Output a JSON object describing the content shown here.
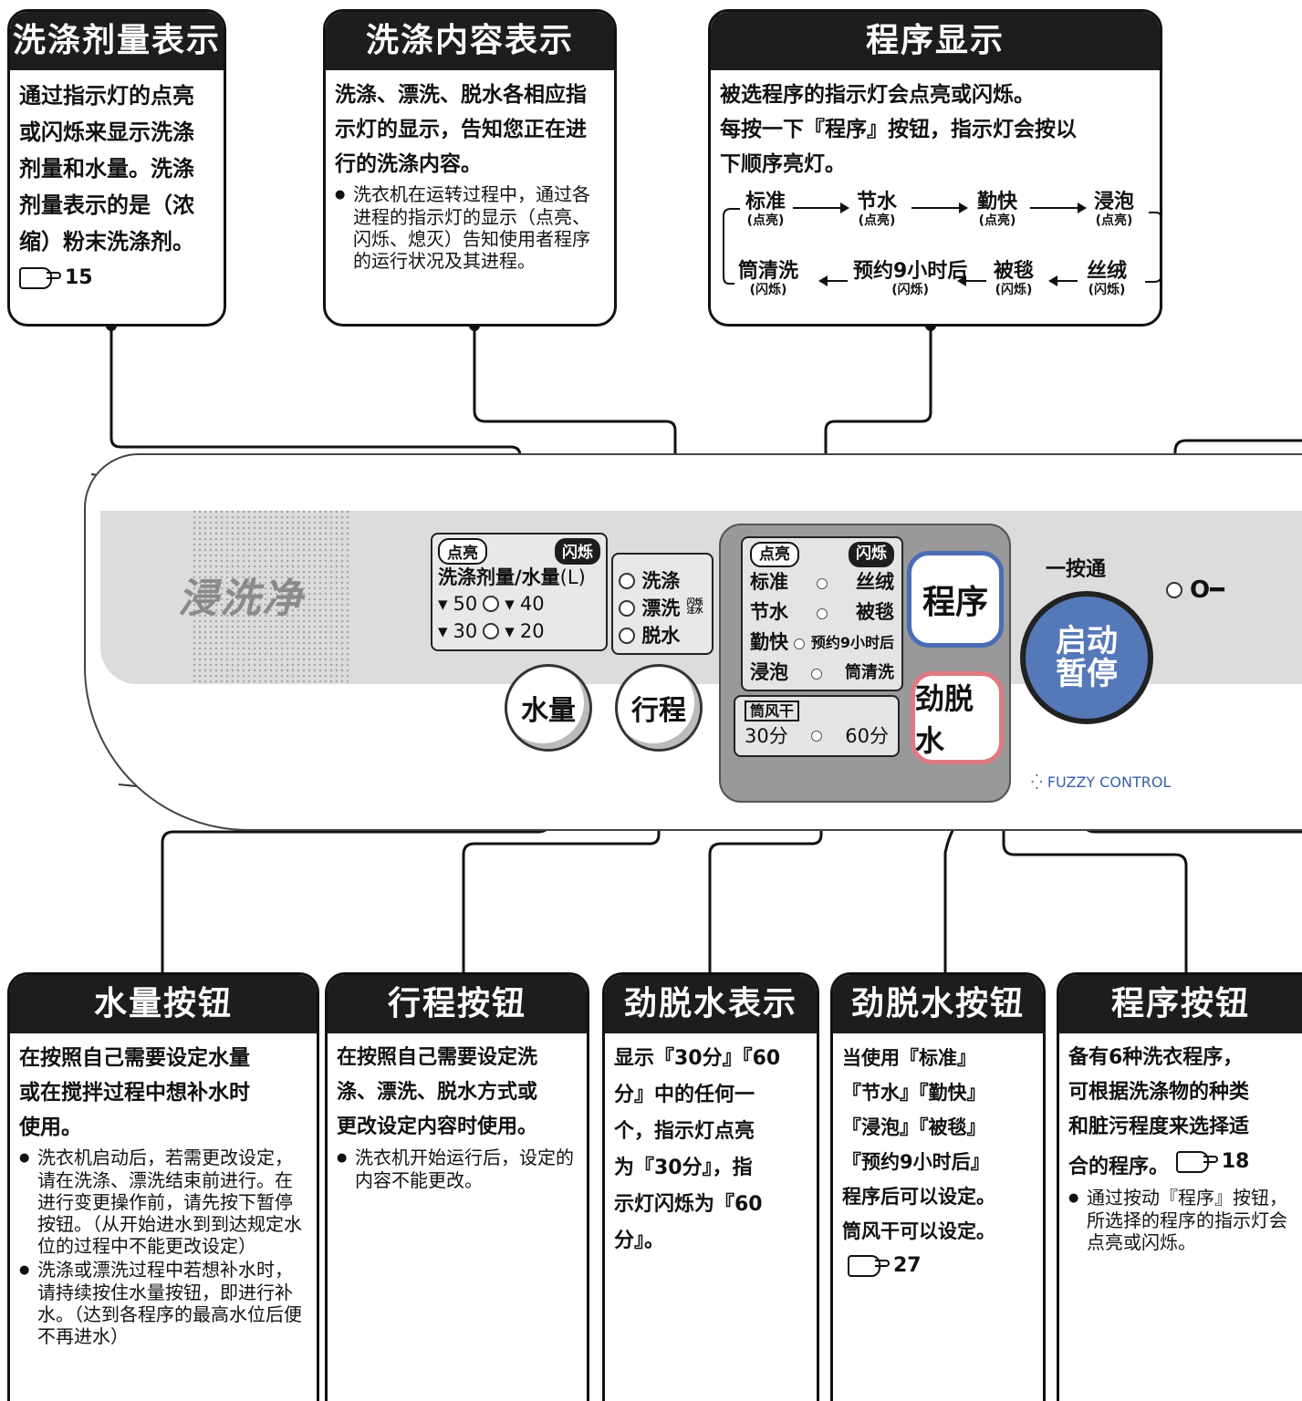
{
  "callouts": {
    "detergent": {
      "title": "洗涤剂量表示",
      "lines": [
        "通过指示灯的点亮",
        "或闪烁来显示洗涤",
        "剂量和水量。洗涤",
        "剂量表示的是（浓",
        "缩）粉末洗涤剂。"
      ],
      "ref": "15"
    },
    "content": {
      "title": "洗涤内容表示",
      "lines": [
        "洗涤、漂洗、脱水各相应指",
        "示灯的显示，告知您正在进",
        "行的洗涤内容。"
      ],
      "note": "洗衣机在运转过程中，通过各进程的指示灯的显示（点亮、闪烁、熄灭）告知使用者程序的运行状况及其进程。"
    },
    "program": {
      "title": "程序显示",
      "lines": [
        "被选程序的指示灯会点亮或闪烁。",
        "每按一下『程序』按钮，指示灯会按以",
        "下顺序亮灯。"
      ],
      "flow_top": [
        {
          "name": "标准",
          "state": "(点亮)"
        },
        {
          "name": "节水",
          "state": "(点亮)"
        },
        {
          "name": "勤快",
          "state": "(点亮)"
        },
        {
          "name": "浸泡",
          "state": "(点亮)"
        }
      ],
      "flow_bottom": [
        {
          "name": "筒清洗",
          "state": "(闪烁)"
        },
        {
          "name": "预约9小时后",
          "state": "(闪烁)"
        },
        {
          "name": "被毯",
          "state": "(闪烁)"
        },
        {
          "name": "丝绒",
          "state": "(闪烁)"
        }
      ]
    },
    "water_btn": {
      "title": "水量按钮",
      "lines": [
        "在按照自己需要设定水量",
        "或在搅拌过程中想补水时",
        "使用。"
      ],
      "notes": [
        "洗衣机启动后，若需更改设定，请在洗涤、漂洗结束前进行。在进行变更操作前，请先按下暂停按钮。（从开始进水到到达规定水位的过程中不能更改设定）",
        "洗涤或漂洗过程中若想补水时，请持续按住水量按钮，即进行补水。（达到各程序的最高水位后便不再进水）"
      ]
    },
    "course_btn": {
      "title": "行程按钮",
      "lines": [
        "在按照自己需要设定洗",
        "涤、漂洗、脱水方式或",
        "更改设定内容时使用。"
      ],
      "notes": [
        "洗衣机开始运行后，设定的内容不能更改。"
      ]
    },
    "spin_display": {
      "title": "劲脱水表示",
      "lines": [
        "显示『30分』『60",
        "分』中的任何一",
        "个，指示灯点亮",
        "为『30分』，指",
        "示灯闪烁为『60",
        "分』。"
      ]
    },
    "spin_btn": {
      "title": "劲脱水按钮",
      "lines": [
        "当使用『标准』",
        "『节水』『勤快』",
        "『浸泡』『被毯』",
        "『预约9小时后』",
        "程序后可以设定。",
        "筒风干可以设定。"
      ],
      "ref": "27"
    },
    "program_btn": {
      "title": "程序按钮",
      "lines": [
        "备有6种洗衣程序，",
        "可根据洗涤物的种类",
        "和脏污程度来选择适",
        "合的程序。"
      ],
      "ref": "18",
      "notes": [
        "通过按动『程序』按钮，所选择的程序的指示灯会点亮或闪烁。"
      ]
    }
  },
  "panel": {
    "logo": "浸洗净",
    "lit": "点亮",
    "blink": "闪烁",
    "water_label": "洗涤剂量/水量",
    "water_unit": "(L)",
    "water_levels": [
      "50",
      "40",
      "30",
      "20"
    ],
    "steps": [
      "洗涤",
      "漂洗",
      "脱水"
    ],
    "steps_badge": "闪烁\n注水",
    "programs_left": [
      "标准",
      "节水",
      "勤快",
      "浸泡"
    ],
    "programs_right": [
      "丝绒",
      "被毯",
      "预约9小时后",
      "筒清洗"
    ],
    "dry_label": "筒风干",
    "dry_options": [
      "30分",
      "60分"
    ],
    "btn_water": "水量",
    "btn_course": "行程",
    "btn_program": "程序",
    "btn_spin": "劲脱水",
    "one_touch": "一按通",
    "start_line1": "启动",
    "start_line2": "暂停",
    "fuzzy": "FUZZY CONTROL"
  },
  "colors": {
    "header": "#1d1d1d",
    "start": "#5578b8",
    "program_ring": "#4a6db5",
    "spin_ring": "#e07a82",
    "band": "#dcdcdc"
  }
}
